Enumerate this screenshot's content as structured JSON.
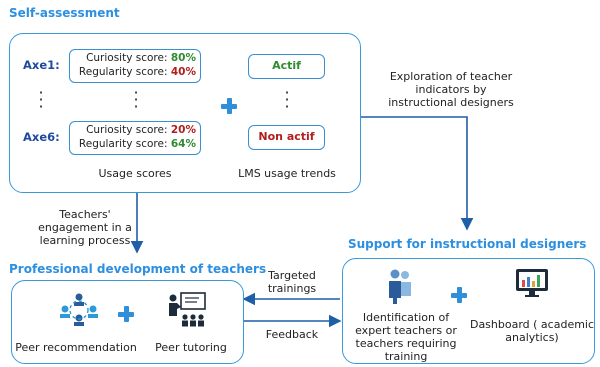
{
  "self_assessment": {
    "title": "Self-assessment",
    "axes": [
      {
        "axis": "Axe1:",
        "curiosity_label": "Curiosity score:",
        "curiosity_value": "80%",
        "regularity_label": "Regularity score:",
        "regularity_value": "40%",
        "status": "Actif"
      },
      {
        "axis": "Axe6:",
        "curiosity_label": "Curiosity score:",
        "curiosity_value": "20%",
        "regularity_label": "Regularity score:",
        "regularity_value": "64%",
        "status": "Non actif"
      }
    ],
    "usage_scores_label": "Usage scores",
    "lms_label": "LMS usage trends"
  },
  "annotations": {
    "exploration": [
      "Exploration of teacher",
      "indicators by",
      "instructional designers"
    ],
    "engagement": [
      "Teachers'",
      "engagement in a",
      "learning process"
    ],
    "targeted": [
      "Targeted",
      "trainings"
    ],
    "feedback": "Feedback"
  },
  "support": {
    "title": "Support for instructional designers",
    "identification": [
      "Identification of",
      "expert teachers or",
      "teachers requiring",
      "training"
    ],
    "dashboard": [
      "Dashboard ( academic",
      "analytics)"
    ]
  },
  "professional": {
    "title": "Professional development of teachers",
    "peer_recommendation": "Peer recommendation",
    "peer_tutoring": "Peer tutoring"
  },
  "colors": {
    "accent": "#2d8fe0",
    "green": "#2e8b2e",
    "red": "#b21d1d",
    "axis": "#1f4aa0"
  }
}
